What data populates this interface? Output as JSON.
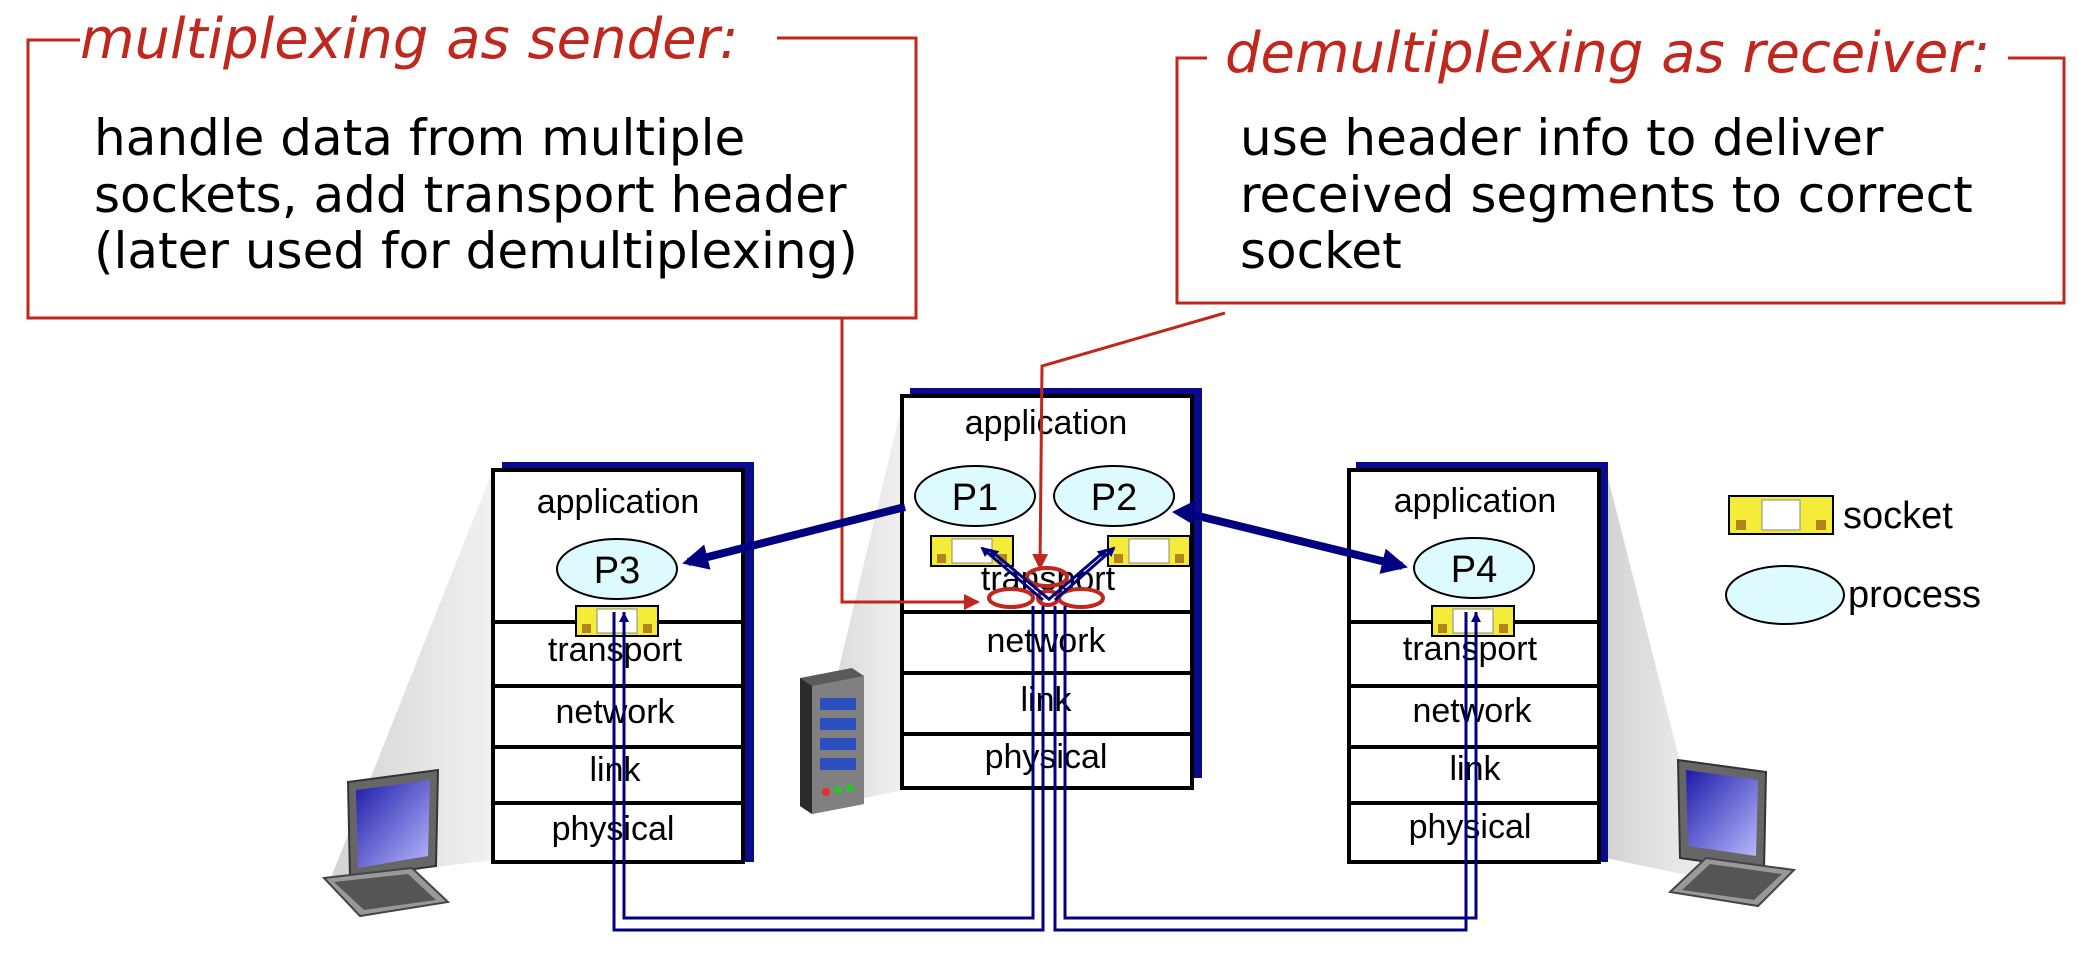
{
  "colors": {
    "callout": "#C0271D",
    "stack_shadow": "#0A0A8C",
    "flow": "#000080",
    "socket_fill": "#F5EC3A",
    "process_fill": "#DDFBFF"
  },
  "callouts": {
    "sender": {
      "title": "multiplexing as sender:",
      "lines": [
        "handle data from multiple",
        "sockets, add transport header",
        "(later used for demultiplexing)"
      ]
    },
    "receiver": {
      "title": "demultiplexing as receiver:",
      "lines": [
        "use header info to deliver",
        "received segments to correct",
        "socket"
      ]
    }
  },
  "hosts": {
    "left": {
      "layers": [
        "application",
        "transport",
        "network",
        "link",
        "physical"
      ],
      "processes": [
        "P3"
      ]
    },
    "center": {
      "layers": [
        "application",
        "transport",
        "network",
        "link",
        "physical"
      ],
      "processes": [
        "P1",
        "P2"
      ]
    },
    "right": {
      "layers": [
        "application",
        "transport",
        "network",
        "link",
        "physical"
      ],
      "processes": [
        "P4"
      ]
    }
  },
  "legend": {
    "socket": "socket",
    "process": "process"
  },
  "icons": [
    "desktop-computer-icon",
    "server-tower-icon",
    "desktop-computer-icon"
  ]
}
